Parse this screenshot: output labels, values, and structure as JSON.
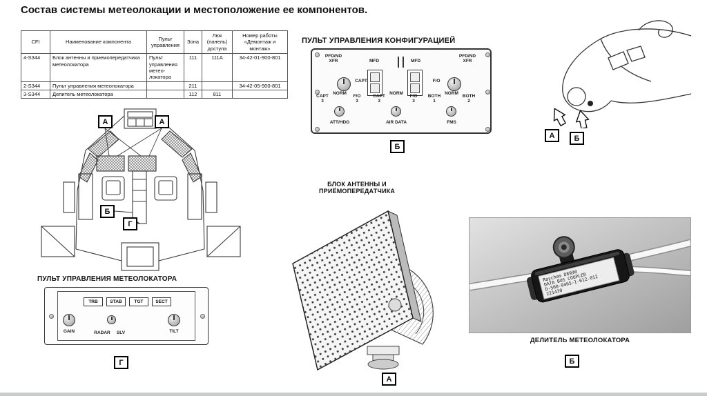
{
  "page": {
    "title": "Состав системы метеолокации и местоположение ее компонентов."
  },
  "colors": {
    "text": "#111111",
    "line": "#3a3a3a",
    "photo_bg": "#c4c4c4"
  },
  "table": {
    "headers": {
      "cfi": "CFI",
      "name": "Наименование компонента",
      "panel": "Пульт управления",
      "zone": "Зона",
      "hatch": "Люк (панель) доступа",
      "work": "Номер работы «Демонтаж и монтаж»"
    },
    "rows": [
      {
        "cfi": "4-S344",
        "name": "Блок антенны и приемопередатчика метеолокатора",
        "panel": "Пульт управления метео-локатора",
        "zone": "111",
        "hatch": "111А",
        "work": "34-42-01-900-801"
      },
      {
        "cfi": "2-S344",
        "name": "Пульт управления метеолокатора",
        "panel": "",
        "zone": "211",
        "hatch": "",
        "work": "34-42-05-900-801"
      },
      {
        "cfi": "3-S344",
        "name": "Делитель метеолокатора",
        "panel": "",
        "zone": "112",
        "hatch": "811",
        "work": ""
      }
    ]
  },
  "cockpit": {
    "marker_a_left": "А",
    "marker_a_right": "А",
    "marker_b": "Б",
    "marker_g": "Г"
  },
  "config_panel": {
    "heading": "ПУЛЬТ УПРАВЛЕНИЯ КОНФИГУРАЦИЕЙ",
    "marker": "Б",
    "pfd_nd_left": "PFD/ND\nXFR",
    "pfd_nd_right": "PFD/ND\nXFR",
    "mfd_left": "MFD",
    "mfd_right": "MFD",
    "capt_label": "CAPT",
    "fo_label": "F/O",
    "selectors": [
      {
        "left": "CAPT\n3",
        "mid": "NORM",
        "right": "F/O\n3",
        "caption": "ATT/HDG"
      },
      {
        "left": "CAPT\n3",
        "mid": "NORM",
        "right": "F/O\n3",
        "caption": "AIR DATA"
      },
      {
        "left": "BOTH\n1",
        "mid": "NORM",
        "right": "BOTH\n2",
        "caption": "FMS"
      }
    ]
  },
  "wx_panel": {
    "heading": "ПУЛЬТ УПРАВЛЕНИЯ МЕТЕОЛОКАТОРА",
    "marker": "Г",
    "buttons": [
      "TRB",
      "STAB",
      "TGT",
      "SECT"
    ],
    "gain_label": "GAIN",
    "radar_label": "RADAR",
    "slv_label": "SLV",
    "tilt_label": "TILT"
  },
  "antenna": {
    "heading": "БЛОК АНТЕННЫ И\nПРИЁМОПЕРЕДАТЧИКА",
    "marker": "А"
  },
  "nose": {
    "marker_a": "А",
    "marker_b": "Б"
  },
  "divider": {
    "caption": "ДЕЛИТЕЛЬ МЕТЕОЛОКАТОРА",
    "marker": "Б",
    "label_lines": [
      "Raychem  D8990",
      "DATA BUS COUPLER",
      "D-500-0465-1-612-012",
      "221430"
    ]
  }
}
